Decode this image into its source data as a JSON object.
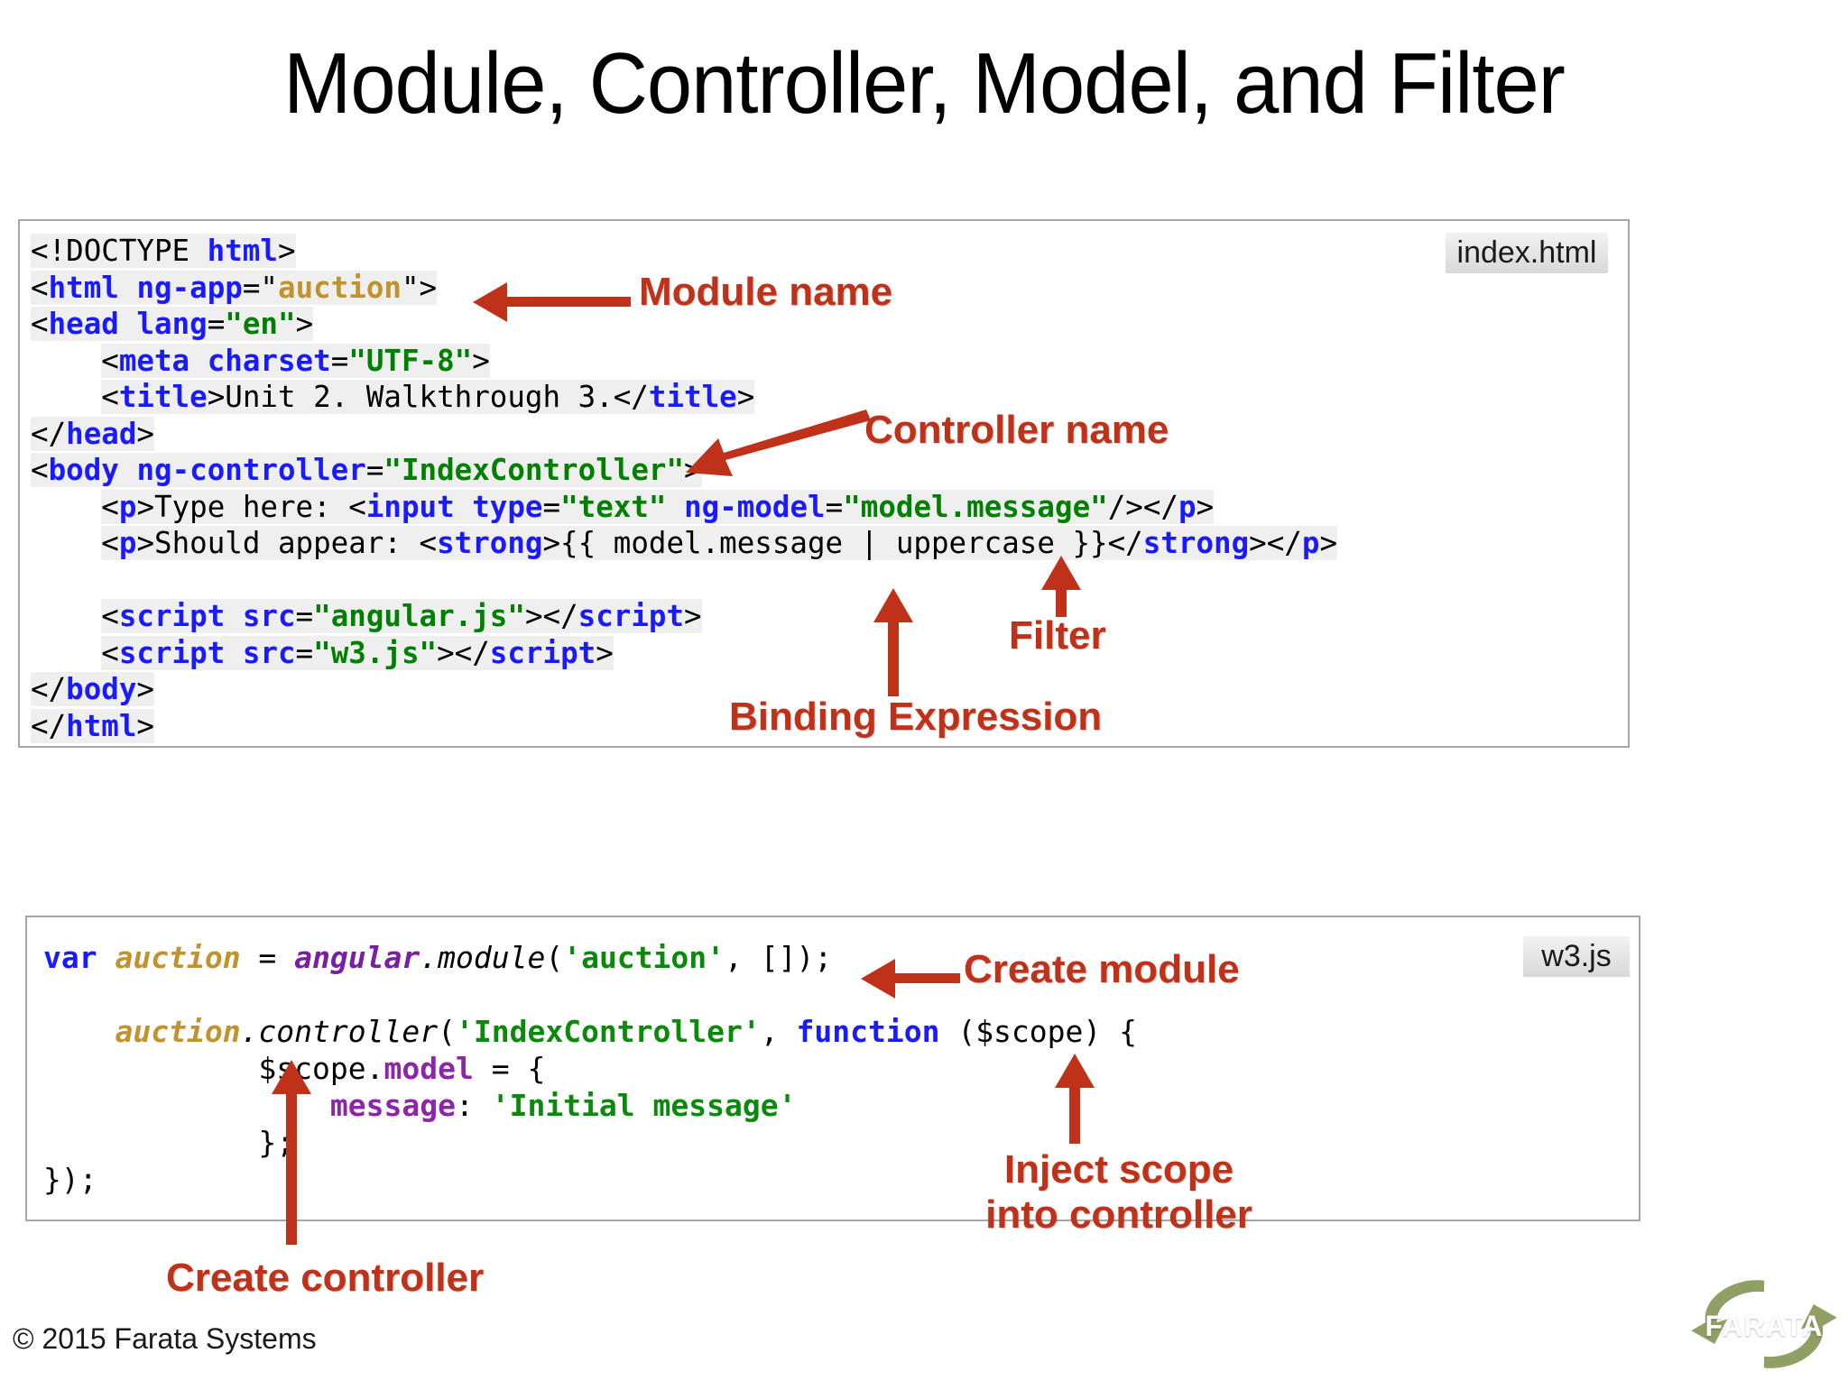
{
  "slide": {
    "title": "Module, Controller, Model, and Filter",
    "copyright": "© 2015 Farata Systems",
    "accent_red": "#c0311a",
    "logo_text": "FARATA",
    "logo_color": "#8a9a5b"
  },
  "panels": [
    {
      "id": "index",
      "badge": "index.html",
      "language": "html",
      "lines": [
        "<!DOCTYPE html>",
        "<html ng-app=\"auction\">",
        "<head lang=\"en\">",
        "    <meta charset=\"UTF-8\">",
        "    <title>Unit 2. Walkthrough 3.</title>",
        "</head>",
        "<body ng-controller=\"IndexController\">",
        "    <p>Type here: <input type=\"text\" ng-model=\"model.message\"/></p>",
        "    <p>Should appear: <strong>{{ model.message | uppercase }}</strong></p>",
        "",
        "    <script src=\"angular.js\"></script>",
        "    <script src=\"w3.js\"></script>",
        "</body>",
        "</html>"
      ]
    },
    {
      "id": "w3",
      "badge": "w3.js",
      "language": "javascript",
      "lines": [
        "var auction = angular.module('auction', []);",
        "",
        "    auction.controller('IndexController', function ($scope) {",
        "            $scope.model = {",
        "                message: 'Initial message'",
        "            };",
        "});"
      ]
    }
  ],
  "annotations": [
    {
      "id": "module-name",
      "label": "Module name",
      "arrow": "left"
    },
    {
      "id": "controller-name",
      "label": "Controller name",
      "arrow": "diagonal-left-down"
    },
    {
      "id": "binding-expression",
      "label": "Binding Expression",
      "arrow": "up"
    },
    {
      "id": "filter",
      "label": "Filter",
      "arrow": "up"
    },
    {
      "id": "create-module",
      "label": "Create module",
      "arrow": "left"
    },
    {
      "id": "inject-scope",
      "label": "Inject scope",
      "label_line2": "into controller",
      "arrow": "up"
    },
    {
      "id": "create-controller",
      "label": "Create controller",
      "arrow": "up"
    }
  ]
}
